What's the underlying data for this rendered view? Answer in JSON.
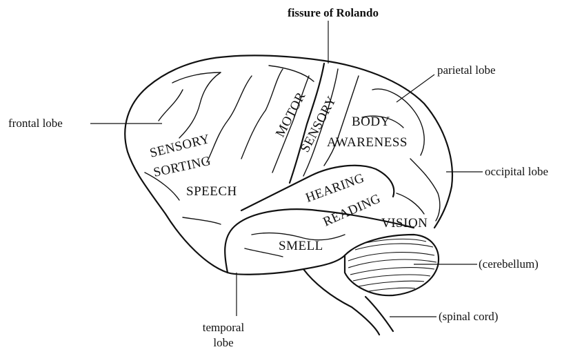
{
  "callouts": {
    "fissure": "fissure of Rolando",
    "frontal": "frontal lobe",
    "parietal": "parietal lobe",
    "occipital": "occipital lobe",
    "cerebellum": "(cerebellum)",
    "spinal": "(spinal cord)",
    "temporal_line1": "temporal",
    "temporal_line2": "lobe"
  },
  "regions": {
    "sensory_sorting_1": "SENSORY",
    "sensory_sorting_2": "SORTING",
    "speech": "SPEECH",
    "motor": "MOTOR",
    "sensory": "SENSORY",
    "body_awareness_1": "BODY",
    "body_awareness_2": "AWARENESS",
    "hearing": "HEARING",
    "reading": "READING",
    "vision": "VISION",
    "smell": "SMELL"
  }
}
